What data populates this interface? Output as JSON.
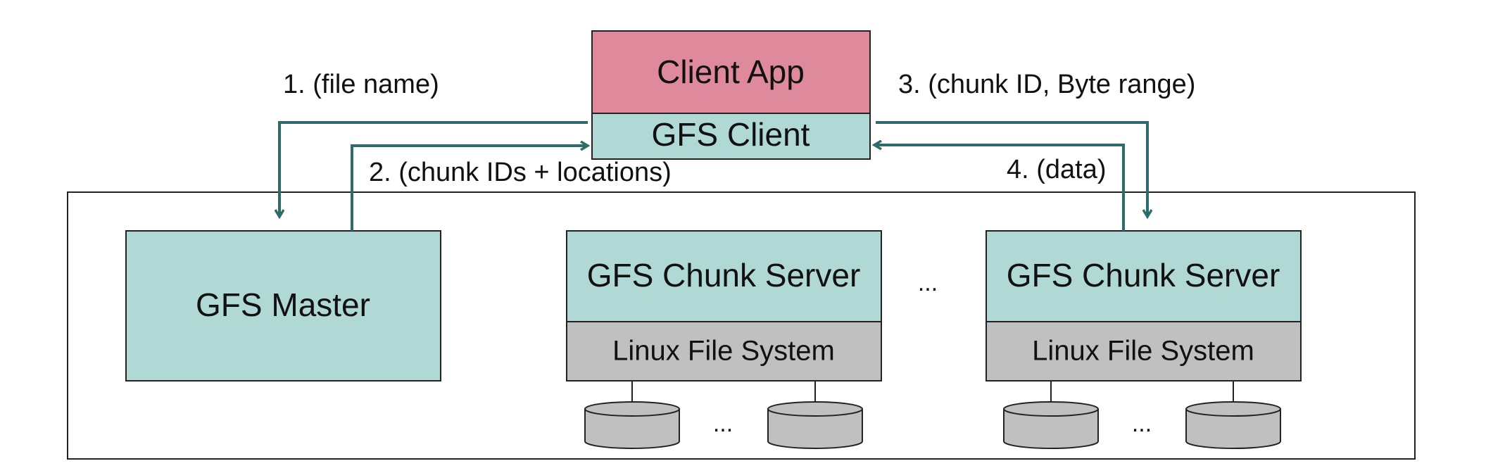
{
  "client": {
    "app_label": "Client App",
    "gfs_client_label": "GFS Client"
  },
  "master": {
    "label": "GFS Master"
  },
  "chunk_servers": [
    {
      "label": "GFS Chunk Server",
      "fs_label": "Linux File System",
      "disk_ellipsis": "..."
    },
    {
      "label": "GFS Chunk Server",
      "fs_label": "Linux File System",
      "disk_ellipsis": "..."
    }
  ],
  "servers_ellipsis": "...",
  "messages": [
    {
      "label": "1. (file name)"
    },
    {
      "label": "2. (chunk IDs + locations)"
    },
    {
      "label": "3. (chunk ID, Byte range)"
    },
    {
      "label": "4. (data)"
    }
  ],
  "colors": {
    "client_app": "#de8a9c",
    "teal_box": "#b0d8d5",
    "filesystem": "#c0c0c0",
    "arrow": "#2e6b6b",
    "outline": "#222222"
  }
}
